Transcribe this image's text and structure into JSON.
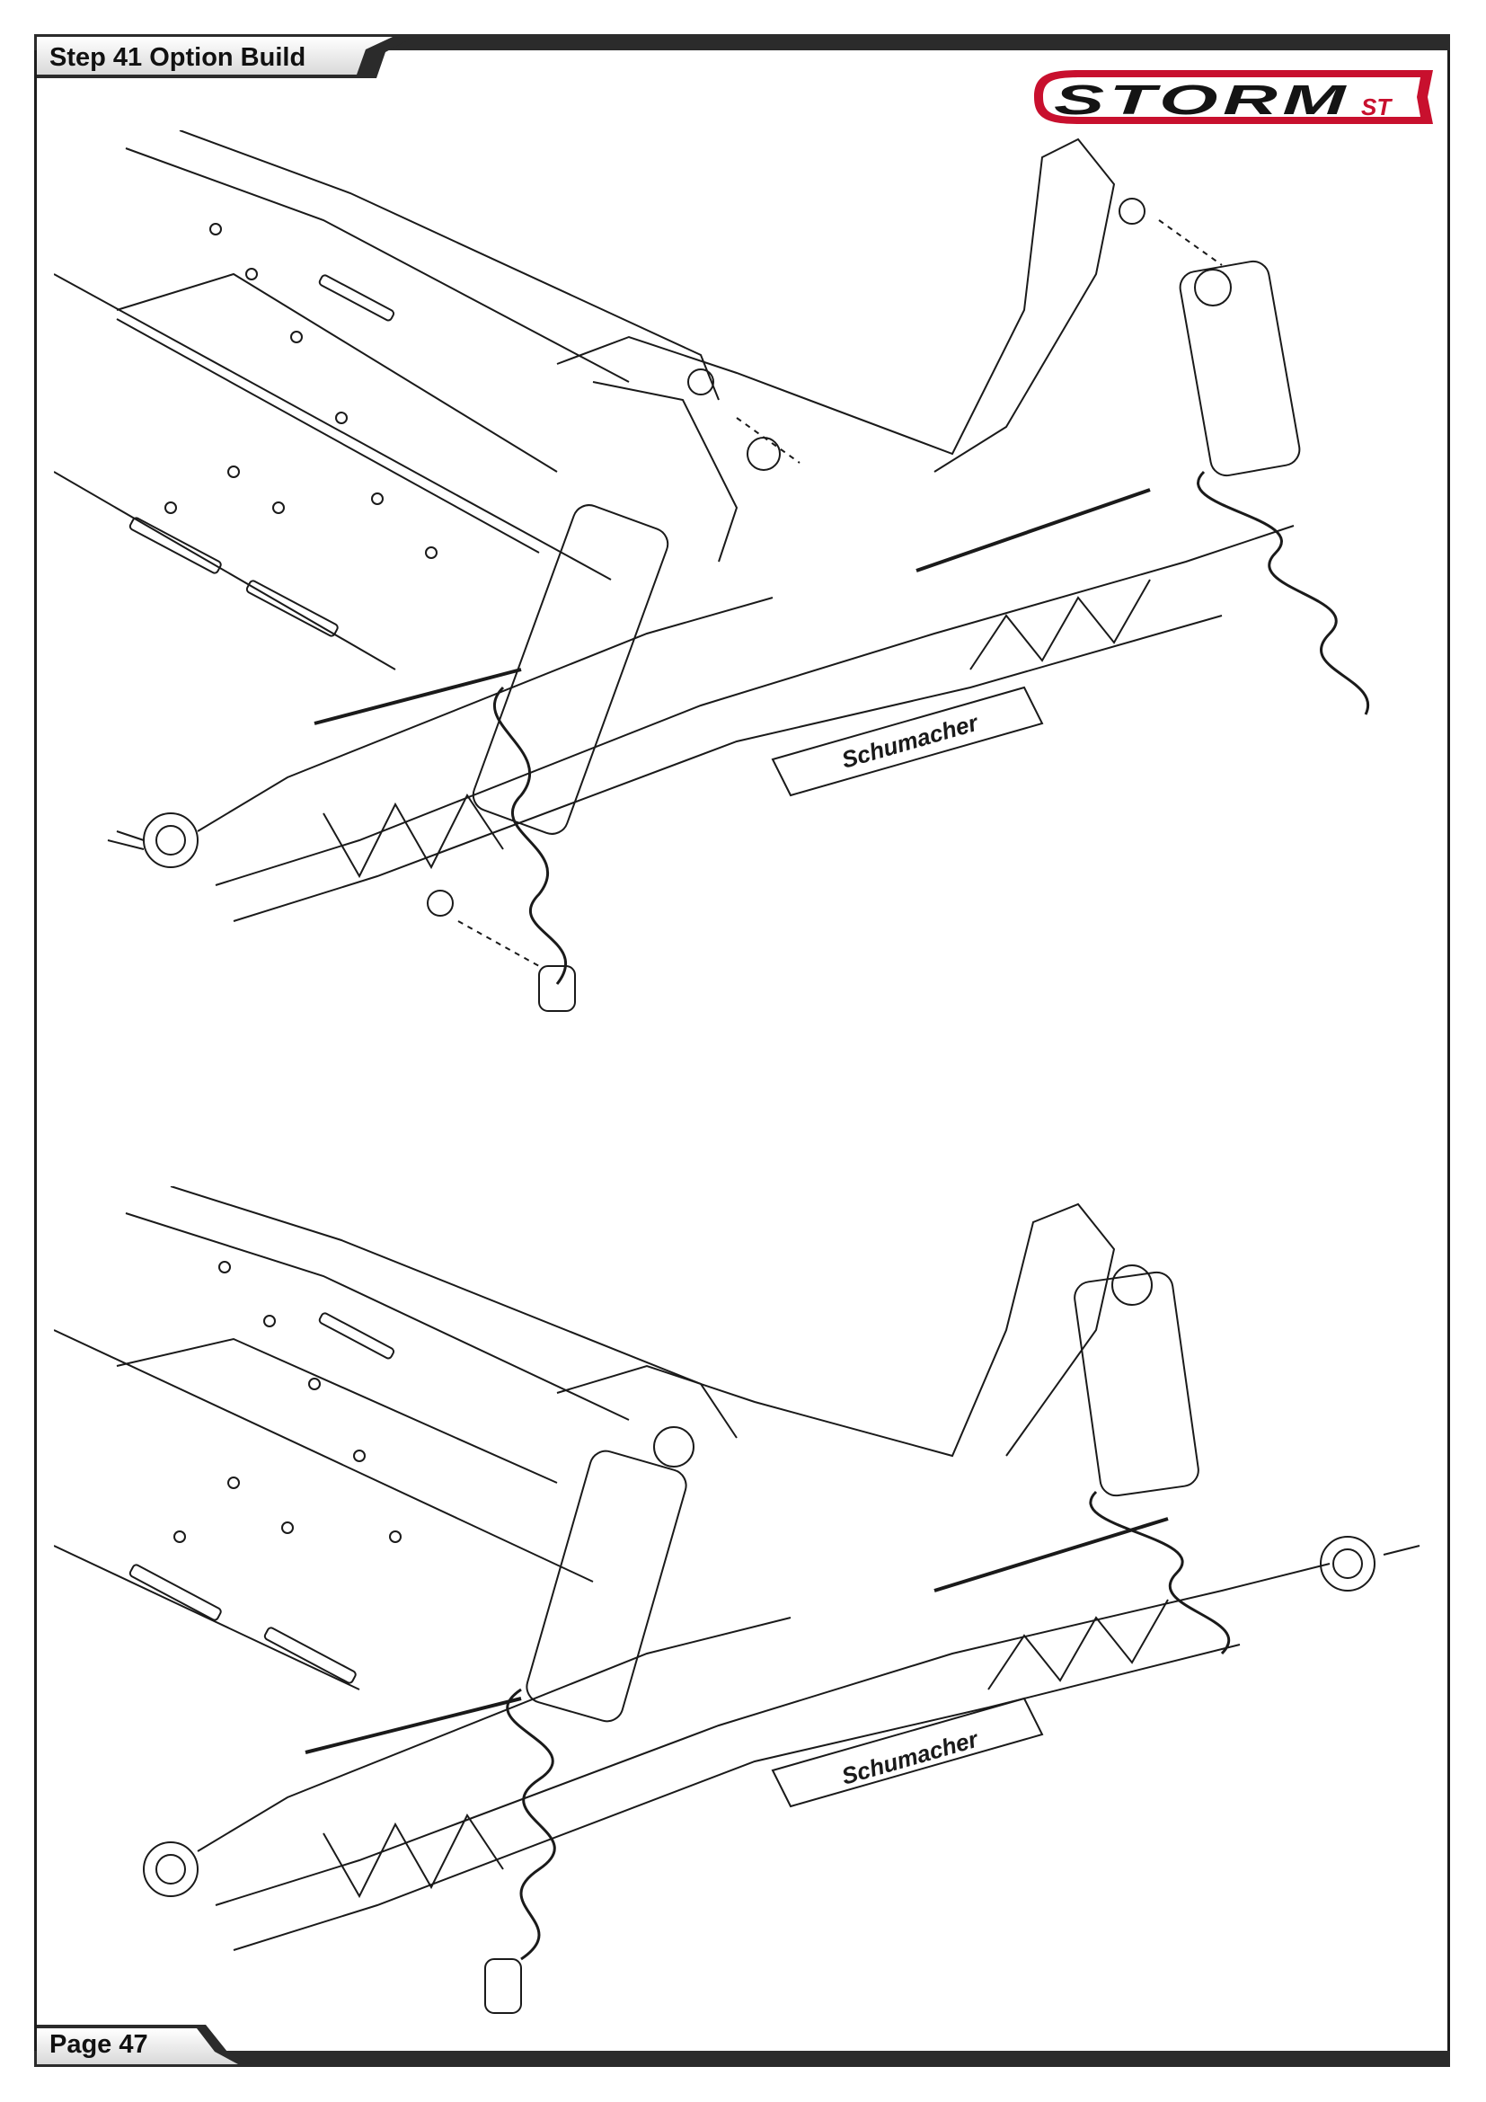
{
  "header": {
    "step_label": "Step 41 Option Build"
  },
  "footer": {
    "page_label": "Page 47"
  },
  "logo": {
    "text": "STORM",
    "suffix": "ST",
    "brand_color": "#c8102e"
  },
  "illustrations": {
    "top": {
      "stamp": "Schumacher",
      "icon": "shock-absorber-assembly-diagram"
    },
    "bottom": {
      "stamp": "Schumacher",
      "icon": "shock-absorber-installed-diagram"
    }
  }
}
